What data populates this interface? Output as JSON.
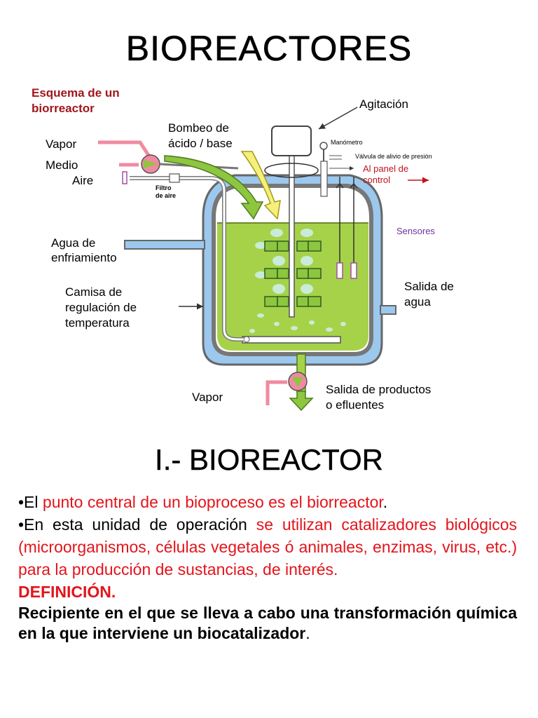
{
  "page": {
    "title": "BIOREACTORES"
  },
  "diagram": {
    "heading_line1": "Esquema de un",
    "heading_line2": "biorreactor",
    "agitation": "Agitación",
    "pump_line1": "Bombeo de",
    "pump_line2": "ácido / base",
    "manometer": "Manómetro",
    "relief_valve": "Válvula de alivio de presión",
    "control_line1": "Al panel de",
    "control_line2": "control",
    "vapor_in": "Vapor",
    "medium": "Medio",
    "air": "Aire",
    "filter_line1": "Filtro",
    "filter_line2": "de aire",
    "sensors": "Sensores",
    "cooling_line1": "Agua de",
    "cooling_line2": "enfriamiento",
    "jacket_line1": "Camisa de",
    "jacket_line2": "regulación de",
    "jacket_line3": "temperatura",
    "water_out_line1": "Salida de",
    "water_out_line2": "agua",
    "vapor_bottom": "Vapor",
    "products_line1": "Salida de productos",
    "products_line2": "o efluentes",
    "colors": {
      "liquid": "#a6d24a",
      "bubble": "#c9ecd8",
      "jacket": "#9cc8ee",
      "wall": "#777777",
      "arrow_green": "#8dc63f",
      "arrow_yellow": "#f5f07a",
      "pipe_pink": "#f08aa0",
      "heading_red": "#a0161c",
      "control_red": "#c1121b",
      "sensors_purple": "#7030a0"
    }
  },
  "section": {
    "title": "I.- BIOREACTOR",
    "bullet1_prefix": "•El ",
    "bullet1_red": "punto central de un bioproceso es el biorreactor",
    "bullet1_suffix": ".",
    "bullet2_prefix": "•En esta unidad de operación ",
    "bullet2_red": "se utilizan catalizadores biológicos (microorganismos, células vegetales ó animales, enzimas, virus, etc.) para la producción de sustancias, de interés.",
    "definition_heading": "DEFINICIÓN.",
    "definition_text": " Recipiente en el que se lleva a cabo una transformación química en la que interviene un biocatalizador",
    "definition_suffix": "."
  }
}
